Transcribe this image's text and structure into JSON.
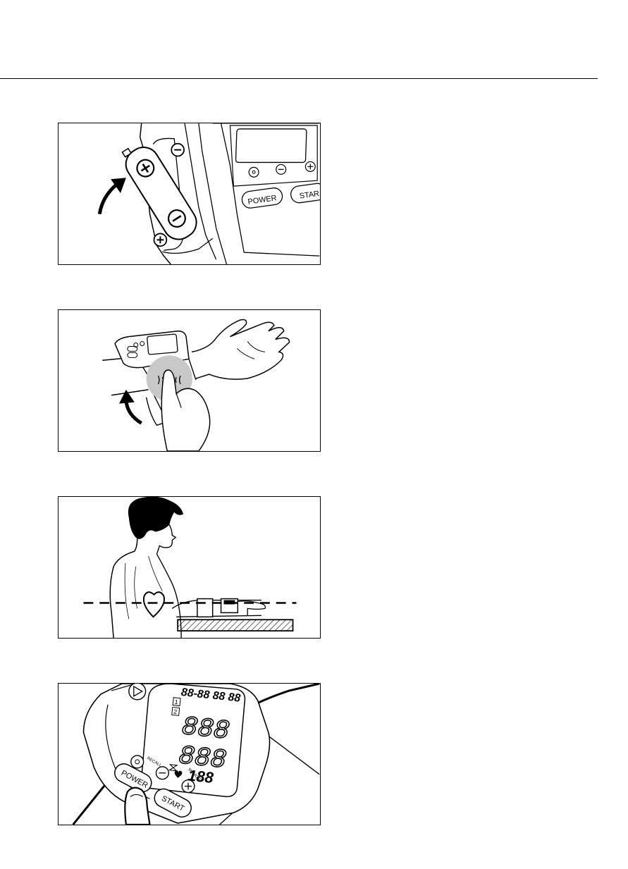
{
  "figures": [
    {
      "labels": {
        "power": "POWER",
        "start": "STAR"
      }
    },
    {
      "labels": {}
    },
    {
      "labels": {}
    },
    {
      "labels": {
        "digits_top": "88-88 88 88",
        "digits_sys": "888",
        "digits_dia": "888",
        "digits_pulse": "188",
        "memory_1": "1",
        "memory_2": "2",
        "recall": "RECALL",
        "memory": "MEMORY",
        "power": "POWER",
        "start": "START"
      }
    }
  ]
}
